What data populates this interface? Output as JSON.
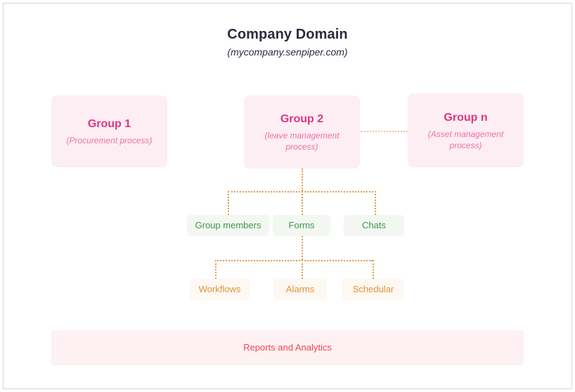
{
  "header": {
    "title": "Company Domain",
    "subtitle": "(mycompany.senpiper.com)"
  },
  "groups": [
    {
      "title": "Group 1",
      "subtitle": "(Procurement process)"
    },
    {
      "title": "Group 2",
      "subtitle": "(leave management process)"
    },
    {
      "title": "Group n",
      "subtitle": "(Asset management process)"
    }
  ],
  "features": [
    {
      "label": "Group members"
    },
    {
      "label": "Forms"
    },
    {
      "label": "Chats"
    }
  ],
  "form_tools": [
    {
      "label": "Workflows"
    },
    {
      "label": "Alarms"
    },
    {
      "label": "Schedular"
    }
  ],
  "footer": {
    "label": "Reports and Analytics"
  },
  "colors": {
    "group_bg": "#fdeef4",
    "group_title": "#e0357e",
    "group_sub": "#ef6fa4",
    "feature_bg": "#f2f8f1",
    "feature_text": "#41954a",
    "tool_bg": "#fdf8f1",
    "tool_text": "#e0913f",
    "footer_bg": "#fdf1f3",
    "footer_text": "#f1484b",
    "connector": "#e59a4e",
    "connector_light": "#edc79a",
    "title_text": "#2b2b40"
  }
}
